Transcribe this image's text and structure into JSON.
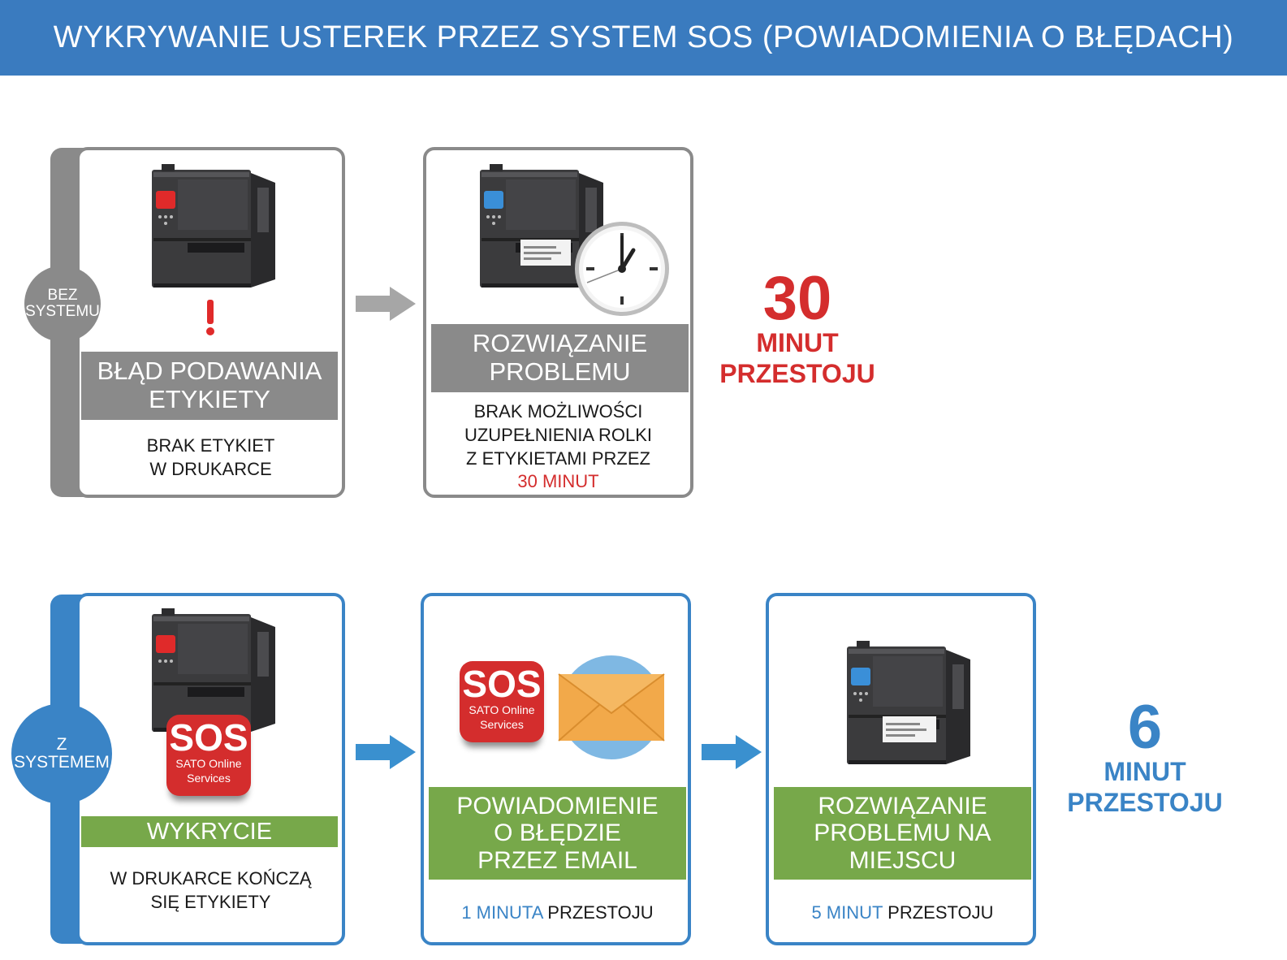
{
  "title": "WYKRYWANIE USTEREK PRZEZ SYSTEM SOS (POWIADOMIENIA O BŁĘDACH)",
  "colors": {
    "header": "#3a7bbf",
    "gray": "#8a8a8a",
    "blue": "#3a84c6",
    "green": "#77a84a",
    "red": "#d42d2d",
    "arrow_gray": "#a6a6a6",
    "arrow_blue": "#3a90cf"
  },
  "without": {
    "badge_line1": "BEZ",
    "badge_line2": "SYSTEMU",
    "step1": {
      "band_line1": "BŁĄD PODAWANIA",
      "band_line2": "ETYKIETY",
      "desc_line1": "BRAK ETYKIET",
      "desc_line2": "W DRUKARCE",
      "icons": [
        "printer-icon",
        "exclamation-icon"
      ]
    },
    "step2": {
      "band_line1": "ROZWIĄZANIE",
      "band_line2": "PROBLEMU",
      "desc_line1": "BRAK MOŻLIWOŚCI",
      "desc_line2": "UZUPEŁNIENIA ROLKI",
      "desc_line3": "Z ETYKIETAMI PRZEZ",
      "desc_line4": "30 MINUT",
      "icons": [
        "printer-icon",
        "clock-icon"
      ]
    },
    "total_number": "30",
    "total_unit_line1": "MINUT",
    "total_unit_line2": "PRZESTOJU"
  },
  "with": {
    "badge_line1": "Z",
    "badge_line2": "SYSTEMEM",
    "step1": {
      "band": "WYKRYCIE",
      "desc_line1": "W DRUKARCE KOŃCZĄ",
      "desc_line2": "SIĘ ETYKIETY",
      "icons": [
        "printer-icon",
        "sos-logo-icon"
      ]
    },
    "step2": {
      "band_line1": "POWIADOMIENIE",
      "band_line2": "O BŁĘDZIE",
      "band_line3": "PRZEZ EMAIL",
      "desc_highlight": "1 MINUTA",
      "desc_rest": " PRZESTOJU",
      "icons": [
        "sos-logo-icon",
        "envelope-icon"
      ]
    },
    "step3": {
      "band_line1": "ROZWIĄZANIE",
      "band_line2": "PROBLEMU NA",
      "band_line3": "MIEJSCU",
      "desc_highlight": "5 MINUT",
      "desc_rest": " PRZESTOJU",
      "icons": [
        "printer-icon"
      ]
    },
    "total_number": "6",
    "total_unit_line1": "MINUT",
    "total_unit_line2": "PRZESTOJU"
  },
  "sos_logo": {
    "word": "SOS",
    "sub_line1": "SATO Online",
    "sub_line2": "Services"
  }
}
